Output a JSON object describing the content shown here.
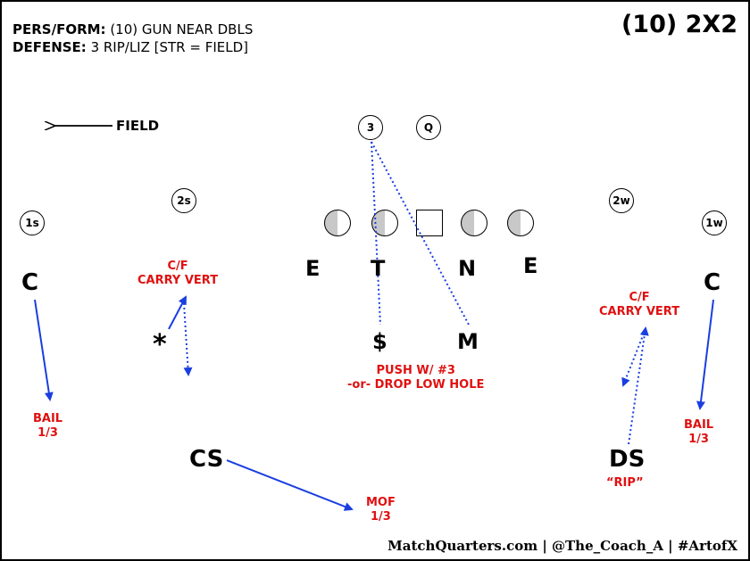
{
  "header": {
    "pers_form_label": "PERS/FORM:",
    "pers_form_value": " (10) GUN NEAR DBLS",
    "defense_label": "DEFENSE:",
    "defense_value": " 3 RIP/LIZ [STR = FIELD]"
  },
  "formation_title": "(10) 2X2",
  "field_label": "FIELD",
  "offense": {
    "three": "3",
    "q": "Q",
    "two_s": "2s",
    "one_s": "1s",
    "two_w": "2w",
    "one_w": "1w"
  },
  "defense": {
    "e_left": "E",
    "t": "T",
    "n": "N",
    "e_right": "E",
    "c_left": "C",
    "c_right": "C",
    "star": "*",
    "dollar": "$",
    "m": "M",
    "cs": "CS",
    "ds": "DS"
  },
  "notes": {
    "cf_left_1": "C/F",
    "cf_left_2": "CARRY VERT",
    "cf_right_1": "C/F",
    "cf_right_2": "CARRY VERT",
    "push_1": "PUSH W/ #3",
    "push_2": "-or- DROP LOW HOLE",
    "bail_left_1": "BAIL",
    "bail_left_2": "1/3",
    "bail_right_1": "BAIL",
    "bail_right_2": "1/3",
    "mof_1": "MOF",
    "mof_2": "1/3",
    "rip": "“RIP”"
  },
  "footer": "MatchQuarters.com | @The_Coach_A | #ArtofX",
  "colors": {
    "route_blue": "#1a3ee0",
    "note_red": "#e01010",
    "shade_gray": "#c8c8c8"
  }
}
